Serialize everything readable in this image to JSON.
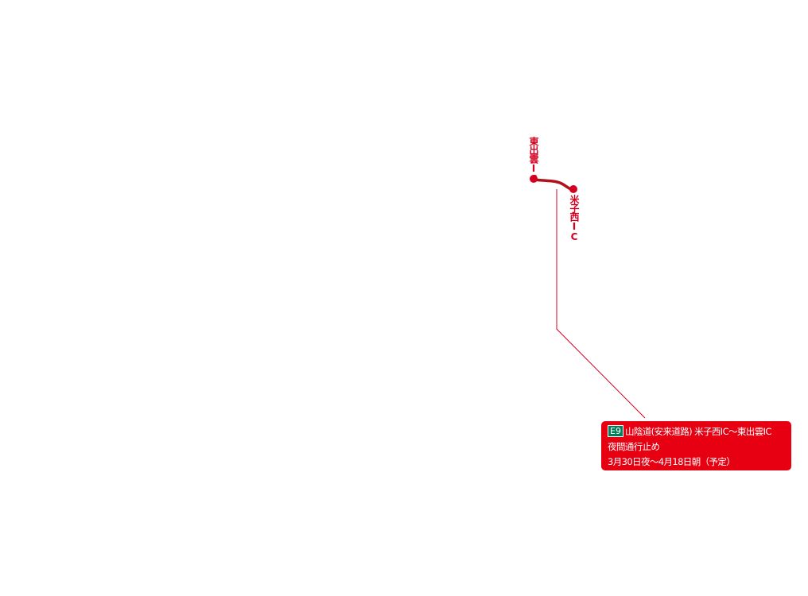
{
  "map": {
    "colors": {
      "background": "#ffffff",
      "closure_segment": "#b0121b",
      "ic_marker": "#d4001f",
      "leader_line": "#d4001f",
      "callout_background": "#e60012",
      "callout_text": "#ffffff",
      "route_badge_background": "#00805a"
    },
    "interchanges": [
      {
        "id": "east-izumo",
        "label": "東出雲IC"
      },
      {
        "id": "yonago-west",
        "label": "米子西IC"
      }
    ]
  },
  "callout": {
    "route_number": "E9",
    "road_name": "山陰道(安来道路) 米子西IC〜東出雲IC",
    "restriction": "夜間通行止め",
    "schedule": "3月30日夜〜4月18日朝（予定）"
  }
}
